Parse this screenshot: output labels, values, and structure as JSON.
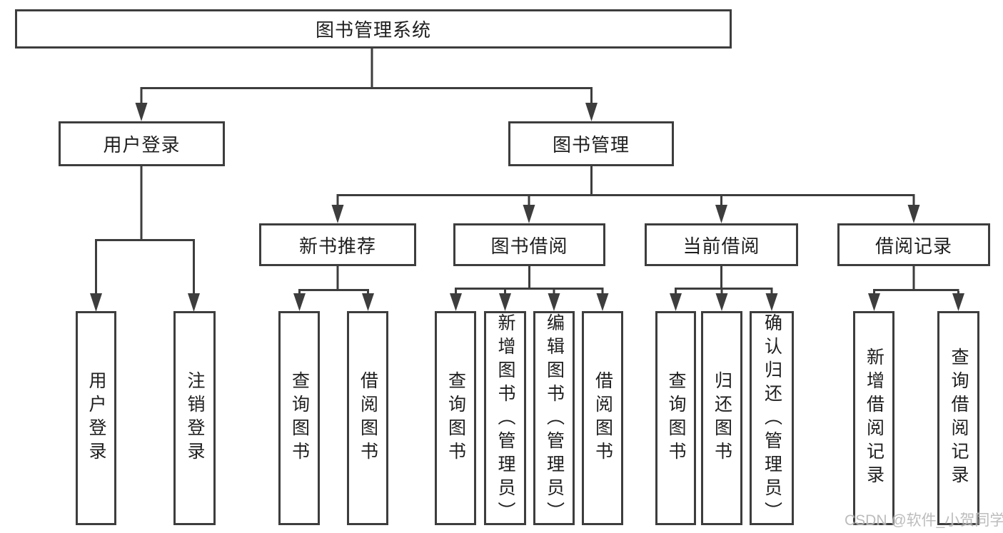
{
  "colors": {
    "line": "#3d3d3d",
    "border": "#3d3d3d",
    "text": "#1e1e1e",
    "background": "#ffffff",
    "watermark": "#b5b5b5"
  },
  "tree": {
    "root": {
      "label": "图书管理系统",
      "children": [
        {
          "label": "用户登录",
          "children": [
            {
              "label": "用户登录"
            },
            {
              "label": "注销登录"
            }
          ]
        },
        {
          "label": "图书管理",
          "children": [
            {
              "label": "新书推荐",
              "children": [
                {
                  "label": "查询图书"
                },
                {
                  "label": "借阅图书"
                }
              ]
            },
            {
              "label": "图书借阅",
              "children": [
                {
                  "label": "查询图书"
                },
                {
                  "label": "新增图书（管理员）"
                },
                {
                  "label": "编辑图书（管理员）"
                },
                {
                  "label": "借阅图书"
                }
              ]
            },
            {
              "label": "当前借阅",
              "children": [
                {
                  "label": "查询图书"
                },
                {
                  "label": "归还图书"
                },
                {
                  "label": "确认归还（管理员）"
                }
              ]
            },
            {
              "label": "借阅记录",
              "children": [
                {
                  "label": "新增借阅记录"
                },
                {
                  "label": "查询借阅记录"
                }
              ]
            }
          ]
        }
      ]
    }
  },
  "watermark": {
    "text": "CSDN @软件_小贺同学"
  }
}
